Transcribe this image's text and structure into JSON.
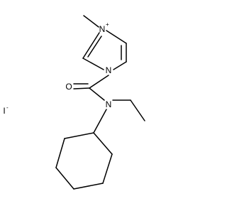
{
  "molecule": {
    "atoms": {
      "n_plus": "N",
      "n_plus_charge": "+",
      "n_ring": "N",
      "oxygen": "O",
      "n_amide": "N",
      "iodide": "I",
      "iodide_charge": "-"
    }
  }
}
